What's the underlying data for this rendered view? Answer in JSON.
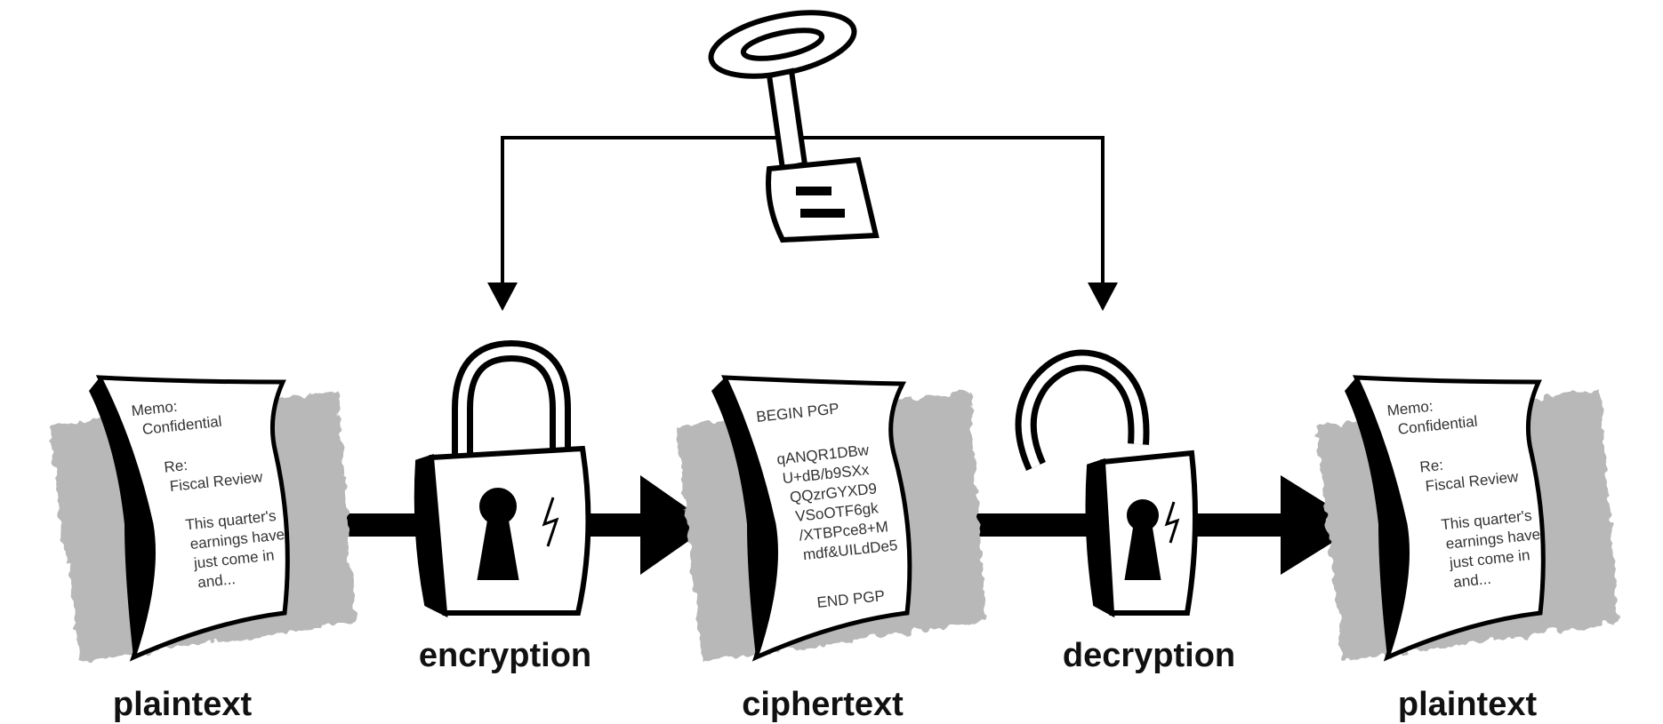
{
  "labels": {
    "plaintext_left": "plaintext",
    "encryption": "encryption",
    "ciphertext": "ciphertext",
    "decryption": "decryption",
    "plaintext_right": "plaintext"
  },
  "plaintext_doc": {
    "lines": [
      "Memo:",
      "Confidential",
      "Re:",
      "Fiscal Review",
      "This quarter's",
      "earnings have",
      "just come in",
      "and..."
    ]
  },
  "ciphertext_doc": {
    "lines": [
      "BEGIN PGP",
      "qANQR1DBw",
      "U+dB/b9SXx",
      "QQzrGYXD9",
      "VSoOTF6gk",
      "/XTBPce8+M",
      "mdf&UILdDe5",
      "END PGP"
    ]
  },
  "colors": {
    "ink": "#000000",
    "shadow": "#b8b8b8",
    "paper": "#ffffff"
  },
  "icons": [
    "key-icon",
    "closed-padlock-icon",
    "open-padlock-icon",
    "document-icon"
  ]
}
